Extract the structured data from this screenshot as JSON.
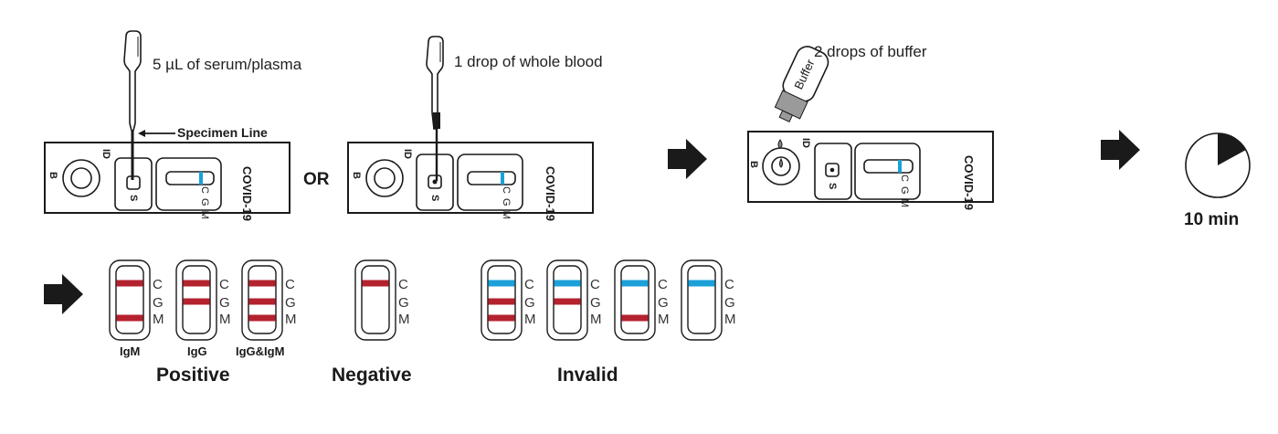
{
  "colors": {
    "red_line": "#b5222f",
    "blue_line": "#1ba0d8",
    "ink": "#1a1a1a",
    "buffer_cap": "#9a9a9a"
  },
  "steps": {
    "serum": {
      "label": "5 µL of serum/plasma",
      "callout": "Specimen Line"
    },
    "or_label": "OR",
    "blood": {
      "label": "1 drop of whole blood"
    },
    "buffer": {
      "label": "2 drops of buffer",
      "bottle_label": "Buffer"
    },
    "timer": {
      "label": "10 min",
      "elapsed_fraction": 0.17
    }
  },
  "cassette": {
    "brand": "COVID-19",
    "id_mark": "ID",
    "buffer_well": "B",
    "sample_well": "S",
    "line_letters": [
      "C",
      "G",
      "M"
    ]
  },
  "results": {
    "groups": [
      {
        "title": "Positive",
        "strips": [
          {
            "caption": "IgM",
            "lines": {
              "C": "red",
              "G": null,
              "M": "red"
            }
          },
          {
            "caption": "IgG",
            "lines": {
              "C": "red",
              "G": "red",
              "M": null
            }
          },
          {
            "caption": "IgG&IgM",
            "lines": {
              "C": "red",
              "G": "red",
              "M": "red"
            }
          }
        ]
      },
      {
        "title": "Negative",
        "strips": [
          {
            "caption": "",
            "lines": {
              "C": "red",
              "G": null,
              "M": null
            }
          }
        ]
      },
      {
        "title": "Invalid",
        "strips": [
          {
            "caption": "",
            "lines": {
              "C": "blue",
              "G": "red",
              "M": "red"
            }
          },
          {
            "caption": "",
            "lines": {
              "C": "blue",
              "G": "red",
              "M": null
            }
          },
          {
            "caption": "",
            "lines": {
              "C": "blue",
              "G": null,
              "M": "red"
            }
          },
          {
            "caption": "",
            "lines": {
              "C": "blue",
              "G": null,
              "M": null
            }
          }
        ]
      }
    ]
  }
}
